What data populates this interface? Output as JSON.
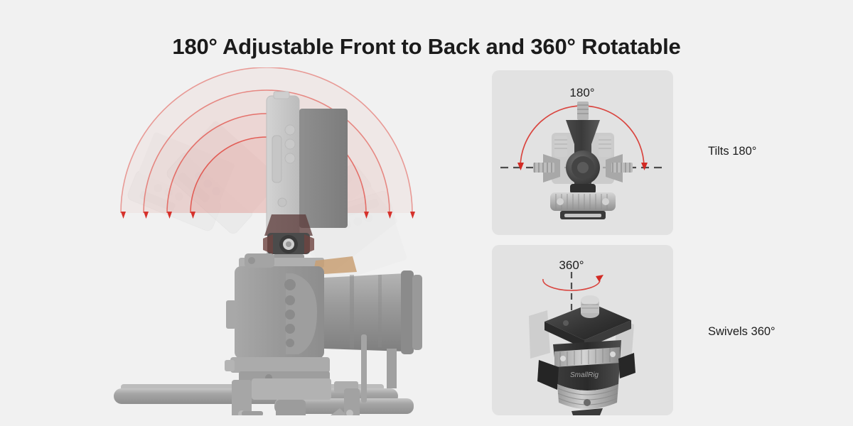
{
  "page": {
    "background_color": "#f1f1f1",
    "title": "180° Adjustable Front to Back and 360° Rotatable"
  },
  "hero": {
    "name": "camera-rig-tilt-illustration",
    "description": "Side view of a camera in a cage on support rods with a top-mounted monitor shown tilting through a 180 degree fan of ghosted positions",
    "arc_color": "#e2564f",
    "arc_fill_color": "#e2564f",
    "ghost_color": "#d8d8d8",
    "arrow_count": 8,
    "arc_count": 4
  },
  "cards": [
    {
      "id": "card-tilt",
      "name": "tilt-feature-card",
      "angle_label": "180°",
      "caption": "Tilts 180°",
      "axis_style": "horizontal-dashed",
      "arc_color": "#d9453f",
      "background_color": "#e2e2e2",
      "product": "monitor-mount-front-view"
    },
    {
      "id": "card-swivel",
      "name": "swivel-feature-card",
      "angle_label": "360°",
      "caption": "Swivels 360°",
      "axis_style": "vertical-dashed",
      "arc_color": "#d9453f",
      "background_color": "#e2e2e2",
      "product": "monitor-mount-three-quarter-view",
      "brand_mark": "SmallRig"
    }
  ]
}
